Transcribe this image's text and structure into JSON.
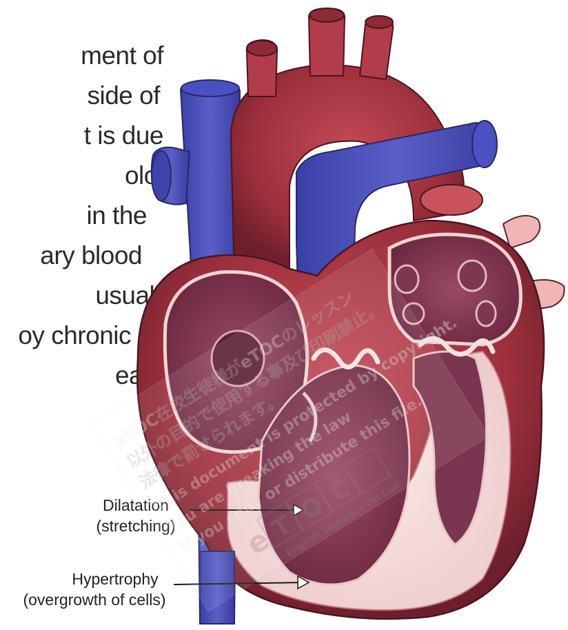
{
  "text_block": {
    "lines": [
      "ment of",
      "side of",
      "t is due",
      "olood",
      "in the",
      "ary blood",
      "usually",
      "oy chronic",
      "ease."
    ]
  },
  "labels": {
    "dilatation": "Dilatation",
    "dilatation_note": "(stretching)",
    "hypertrophy": "Hypertrophy",
    "hypertrophy_note": "(overgrowth of cells)"
  },
  "watermark": {
    "lines": [
      "eTOC在校生徒様がeTOCのレッスン",
      "以外の目的で使用する事及び印刷禁止。",
      "法律で罰せられます。",
      "This document is protected by copyright.",
      "You are breaking the law",
      "if you copy or distribute this file."
    ],
    "brand": "eTOC",
    "tagline": "English Teachers On Call"
  },
  "colors": {
    "artery_red": "#a83a45",
    "vein_blue": "#4a4fb8",
    "muscle": "#8f2d3a",
    "chamber": "#7a3348",
    "wall_pink": "#f3d9d9"
  },
  "icons": [
    "heart-illustration",
    "arrow-icon"
  ]
}
